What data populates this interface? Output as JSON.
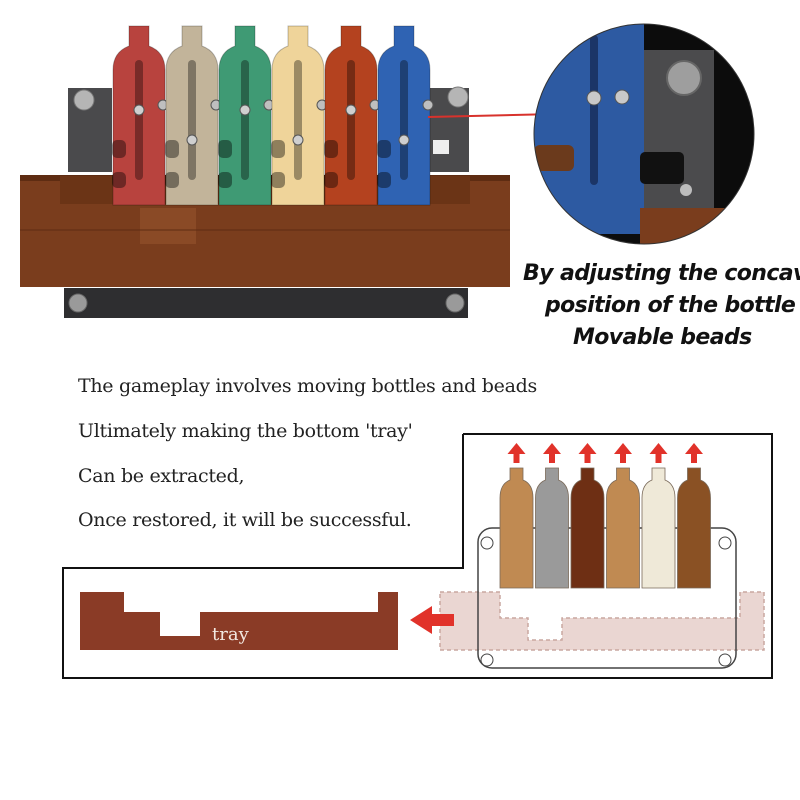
{
  "caption": {
    "line1": "By adjusting the concave",
    "line2": "position of the bottle",
    "line3": "Movable beads"
  },
  "instructions": [
    "The gameplay involves moving bottles and beads",
    "Ultimately making the bottom 'tray'",
    "Can be extracted,",
    "Once restored, it will be successful."
  ],
  "diagram": {
    "tray_label": "tray"
  },
  "colors": {
    "photo_bottles": [
      "#b8433e",
      "#c2b49a",
      "#3f9a74",
      "#efd49a",
      "#b4421f",
      "#2f63b3"
    ],
    "diagram_bottles": [
      "#c08a52",
      "#9a9a9a",
      "#6e2f14",
      "#c08a52",
      "#efe9d8",
      "#8a5124"
    ],
    "tray": "#8a3b26",
    "arrow": "#e1322a"
  }
}
